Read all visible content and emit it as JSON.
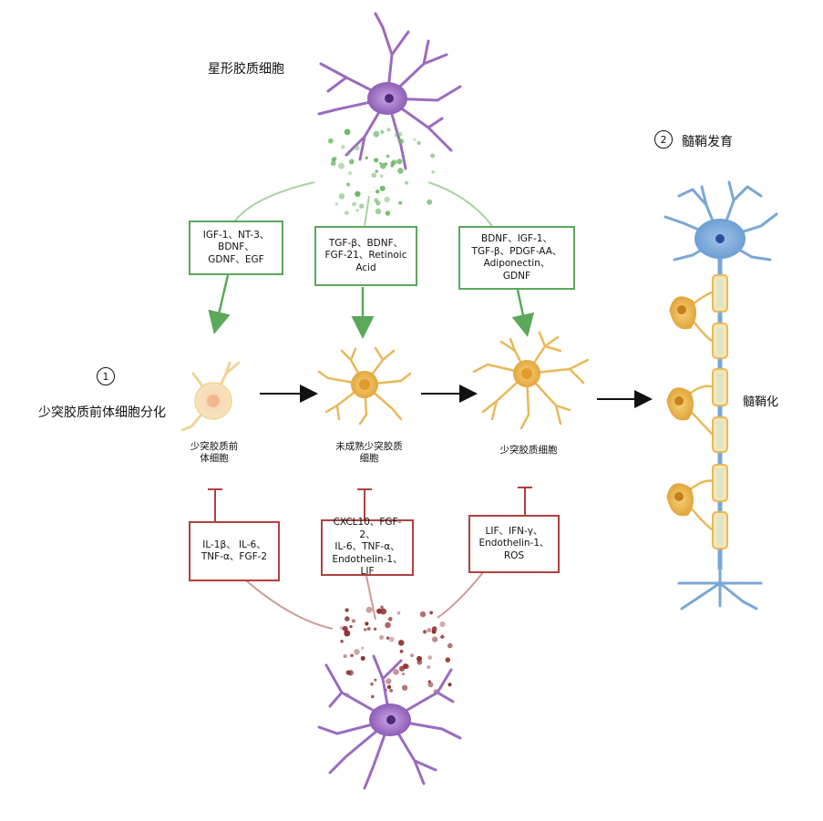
{
  "labels": {
    "astrocyte": "星形胶质细胞",
    "myelin_dev": "髓鞘发育",
    "opc_diff": "少突胶质前体细胞分化",
    "opc": "少突胶质前\n体细胞",
    "immature": "未成熟少突胶质\n细胞",
    "mature": "少突胶质细胞",
    "myelination": "髓鞘化",
    "num1": "1",
    "num2": "2"
  },
  "green_boxes": [
    "IGF-1、NT-3、\nBDNF、\nGDNF、EGF",
    "TGF-β、BDNF、\nFGF-21、Retinoic\nAcid",
    "BDNF、IGF-1、\nTGF-β、PDGF-AA、\nAdiponectin、\nGDNF"
  ],
  "red_boxes": [
    "IL-1β、 IL-6、\nTNF-α、FGF-2",
    "CXCL10、FGF-2、\nIL-6、TNF-α、\nEndothelin-1、LIF",
    "LIF、IFN-γ、\nEndothelin-1、\nROS"
  ],
  "colors": {
    "green": "#5aa85a",
    "red": "#b0413e",
    "astro": "#9b6bc0",
    "neuron": "#7aa7d6",
    "oligo": "#e8b95a"
  }
}
